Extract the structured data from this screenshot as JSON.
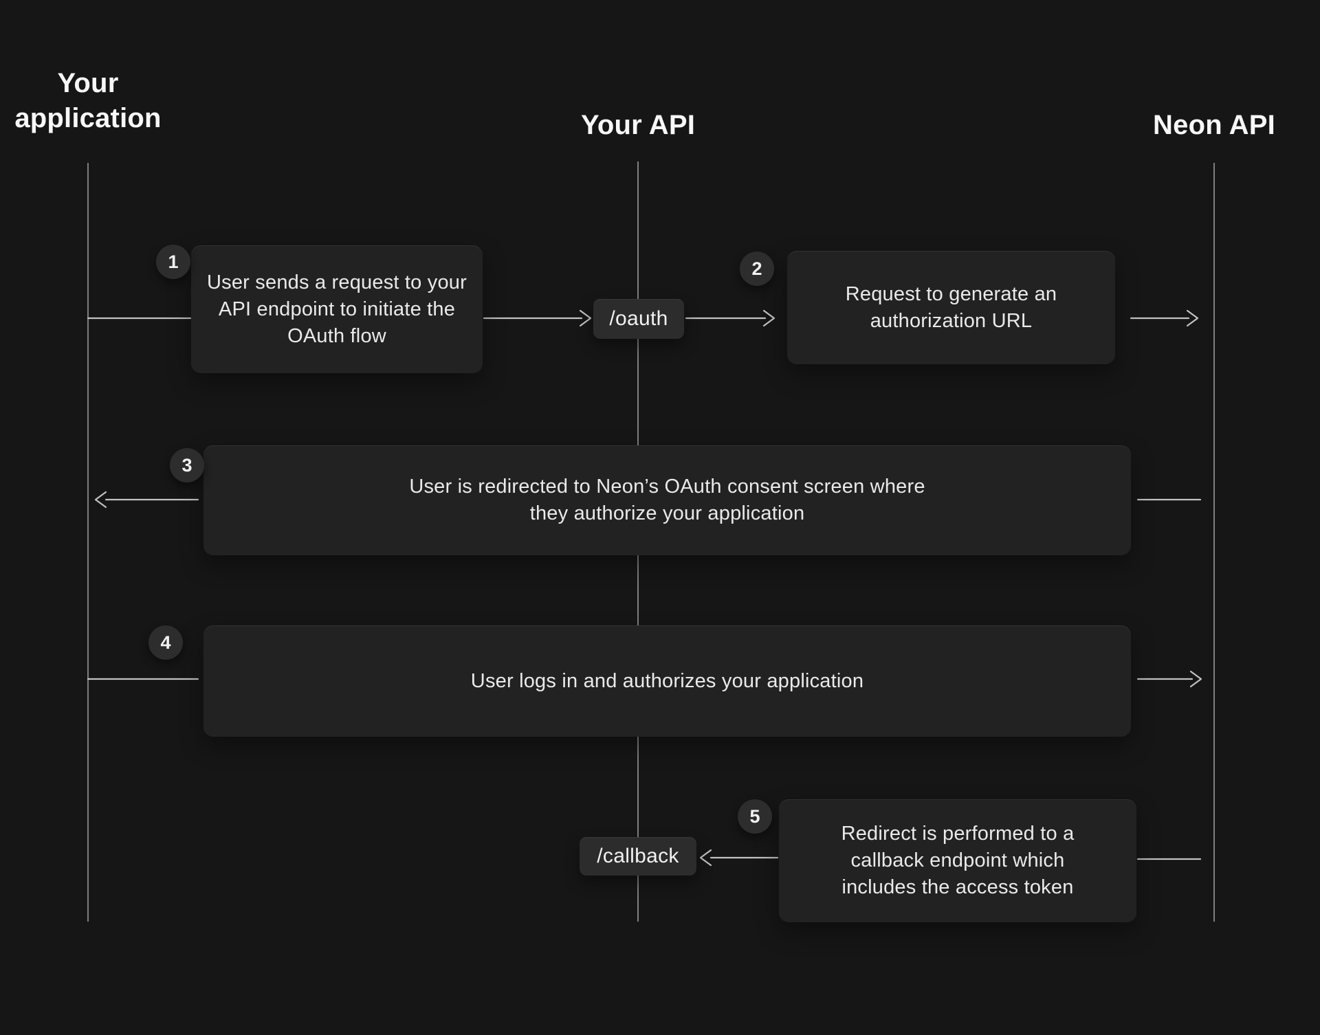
{
  "diagram": {
    "title_semantic": "Neon OAuth authorization flow sequence diagram",
    "colors": {
      "background": "#161616",
      "box_fill": "#222222",
      "pill_fill": "#2c2c2c",
      "badge_fill": "#2d2d2d",
      "lifeline": "#7f7f7f",
      "arrow": "#c3c3c3",
      "text": "#eaeaea",
      "title_text": "#f7f7f7"
    },
    "lanes": [
      {
        "id": "your-application",
        "label": "Your\napplication"
      },
      {
        "id": "your-api",
        "label": "Your API"
      },
      {
        "id": "neon-api",
        "label": "Neon API"
      }
    ],
    "steps": [
      {
        "number": "1",
        "text": "User sends a request to your\nAPI endpoint to initiate the\nOAuth flow"
      },
      {
        "number": "2",
        "text": "Request to generate an\nauthorization URL"
      },
      {
        "number": "3",
        "text": "User is redirected to Neon’s OAuth consent screen where\nthey authorize your application"
      },
      {
        "number": "4",
        "text": "User logs in and authorizes your application"
      },
      {
        "number": "5",
        "text": "Redirect is performed to a\ncallback endpoint which\nincludes the access token"
      }
    ],
    "endpoints": [
      {
        "label": "/oauth"
      },
      {
        "label": "/callback"
      }
    ]
  }
}
